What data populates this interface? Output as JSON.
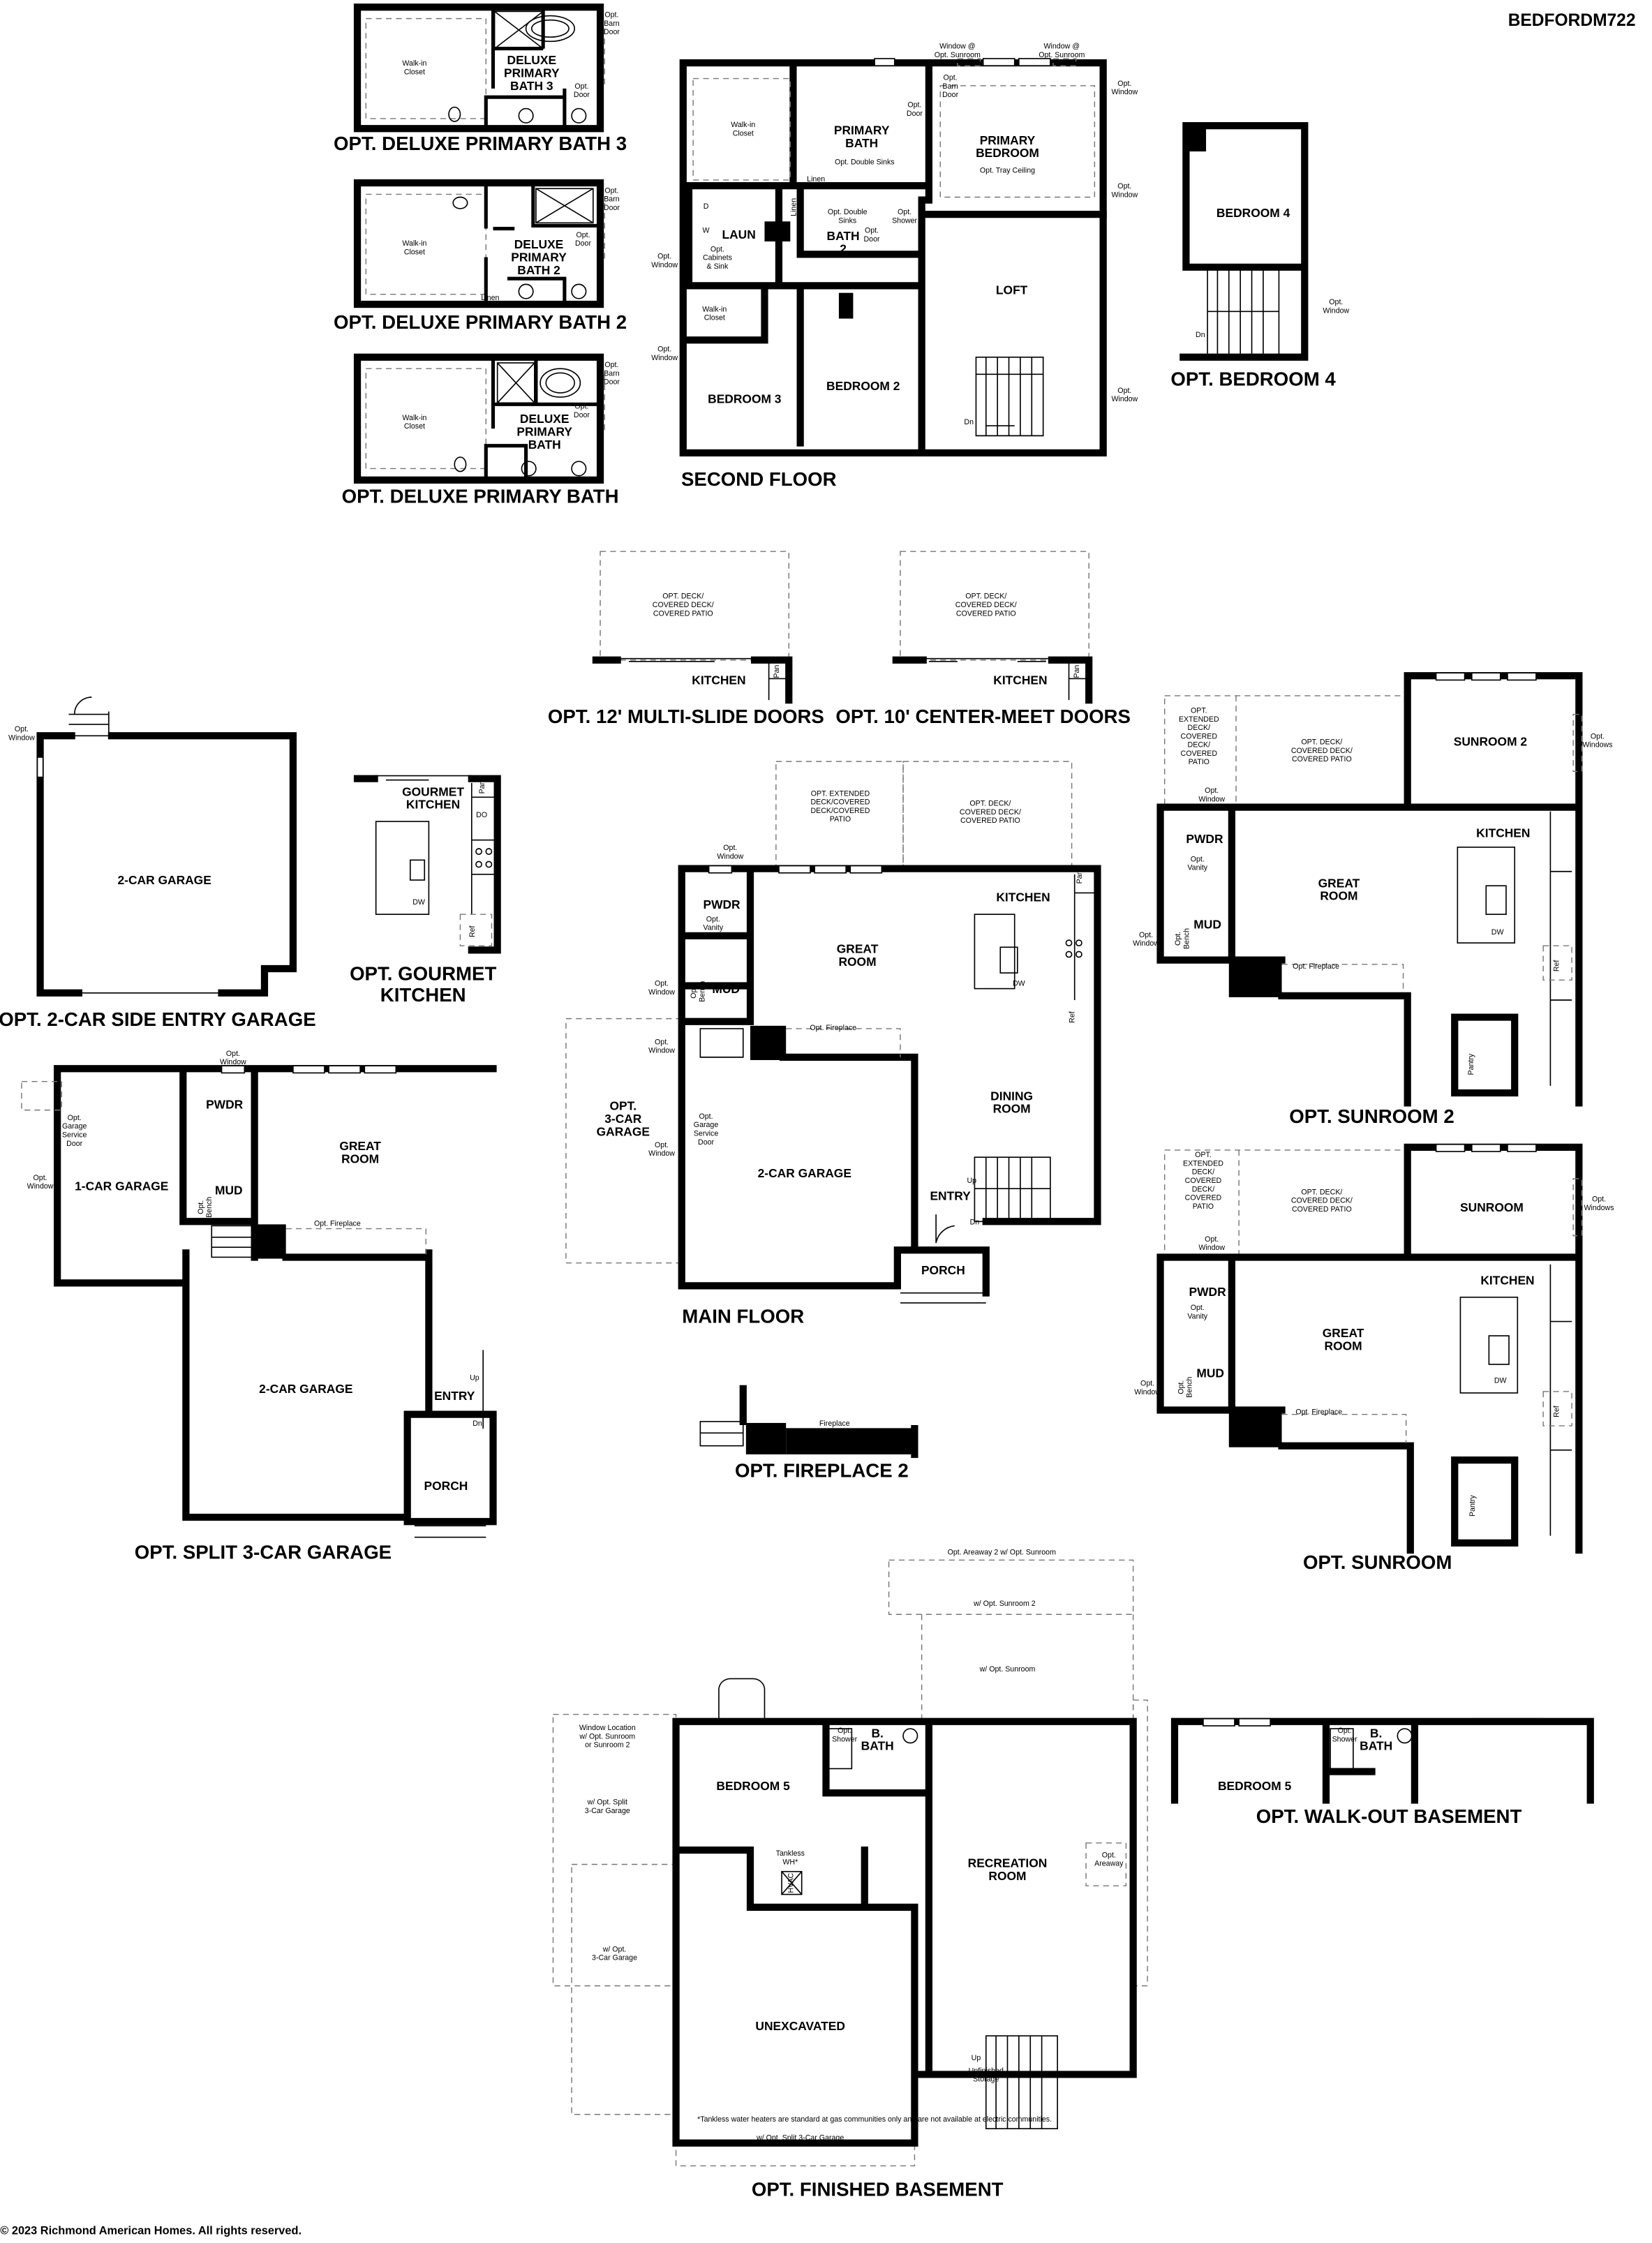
{
  "plan_id": "BEDFORDM722",
  "copyright": "© 2023 Richmond American Homes. All rights reserved.",
  "deluxe_bath_3": {
    "title": "OPT. DELUXE PRIMARY BATH 3",
    "closet": [
      "Walk-in",
      "Closet"
    ],
    "bath": [
      "DELUXE",
      "PRIMARY",
      "BATH 3"
    ],
    "barn_door": [
      "Opt.",
      "Barn",
      "Door"
    ],
    "door": [
      "Opt.",
      "Door"
    ]
  },
  "deluxe_bath_2": {
    "title": "OPT. DELUXE PRIMARY BATH 2",
    "closet": [
      "Walk-in",
      "Closet"
    ],
    "bath": [
      "DELUXE",
      "PRIMARY",
      "BATH 2"
    ],
    "barn_door": [
      "Opt.",
      "Barn",
      "Door"
    ],
    "door": [
      "Opt.",
      "Door"
    ],
    "linen": "Linen"
  },
  "deluxe_bath": {
    "title": "OPT. DELUXE PRIMARY BATH",
    "closet": [
      "Walk-in",
      "Closet"
    ],
    "bath": [
      "DELUXE",
      "PRIMARY",
      "BATH"
    ],
    "barn_door": [
      "Opt.",
      "Barn",
      "Door"
    ],
    "door": [
      "Opt.",
      "Door"
    ]
  },
  "second_floor": {
    "title": "SECOND FLOOR",
    "window_sunroom_1": [
      "Window @",
      "Opt. Sunroom"
    ],
    "window_sunroom_2": [
      "Window @",
      "Opt. Sunroom"
    ],
    "closet": [
      "Walk-in",
      "Closet"
    ],
    "primary_bath": [
      "PRIMARY",
      "BATH"
    ],
    "barn_door": [
      "Opt.",
      "Barn",
      "Door"
    ],
    "opt_door": [
      "Opt.",
      "Door"
    ],
    "double_sinks": "Opt. Double Sinks",
    "linen": "Linen",
    "primary_bedroom": [
      "PRIMARY",
      "BEDROOM"
    ],
    "tray_ceiling": "Opt. Tray Ceiling",
    "opt_window": [
      "Opt.",
      "Window"
    ],
    "laun": "LAUN",
    "dryer": "D",
    "washer": "W",
    "double_sinks_2": [
      "Opt. Double",
      "Sinks"
    ],
    "bath_2": [
      "BATH",
      "2"
    ],
    "opt_shower": [
      "Opt.",
      "Shower"
    ],
    "cabinets": [
      "Opt.",
      "Cabinets",
      "& Sink"
    ],
    "loft": "LOFT",
    "bedroom_3": "BEDROOM 3",
    "bedroom_2": "BEDROOM 2",
    "dn": "Dn"
  },
  "bedroom_4": {
    "title": "OPT. BEDROOM 4",
    "bedroom": "BEDROOM 4",
    "opt_window": [
      "Opt.",
      "Window"
    ],
    "dn": "Dn"
  },
  "multi_slide": {
    "title": "OPT. 12' MULTI-SLIDE DOORS",
    "deck": [
      "OPT. DECK/",
      "COVERED DECK/",
      "COVERED PATIO"
    ],
    "kitchen": "KITCHEN",
    "pan": "Pan"
  },
  "center_meet": {
    "title": "OPT. 10' CENTER-MEET DOORS",
    "deck": [
      "OPT. DECK/",
      "COVERED DECK/",
      "COVERED PATIO"
    ],
    "kitchen": "KITCHEN",
    "pan": "Pan"
  },
  "side_garage": {
    "title": "OPT. 2-CAR SIDE ENTRY GARAGE",
    "garage": "2-CAR GARAGE",
    "opt_window": [
      "Opt.",
      "Window"
    ]
  },
  "gourmet": {
    "title": [
      "OPT. GOURMET",
      "KITCHEN"
    ],
    "kitchen": [
      "GOURMET",
      "KITCHEN"
    ],
    "pan": "Pan",
    "double_oven": "DO",
    "dw": "DW",
    "ref": "Ref"
  },
  "main_floor": {
    "title": "MAIN FLOOR",
    "ext_deck": [
      "OPT. EXTENDED",
      "DECK/COVERED",
      "DECK/COVERED",
      "PATIO"
    ],
    "deck": [
      "OPT. DECK/",
      "COVERED DECK/",
      "COVERED PATIO"
    ],
    "opt_window": [
      "Opt.",
      "Window"
    ],
    "pwdr": "PWDR",
    "vanity": [
      "Opt.",
      "Vanity"
    ],
    "mud": "MUD",
    "bench": [
      "Opt.",
      "Bench"
    ],
    "great_room": [
      "GREAT",
      "ROOM"
    ],
    "kitchen": "KITCHEN",
    "pan": "Pan",
    "dw": "DW",
    "ref": "Ref",
    "fireplace": "Opt. Fireplace",
    "dining": [
      "DINING",
      "ROOM"
    ],
    "garage_3": [
      "OPT.",
      "3-CAR",
      "GARAGE"
    ],
    "service_door": [
      "Opt.",
      "Garage",
      "Service",
      "Door"
    ],
    "garage": "2-CAR GARAGE",
    "entry": "ENTRY",
    "up": "Up",
    "dn": "Dn",
    "porch": "PORCH"
  },
  "split_garage": {
    "title": "OPT. SPLIT 3-CAR GARAGE",
    "opt_window": [
      "Opt.",
      "Window"
    ],
    "service_door": [
      "Opt.",
      "Garage",
      "Service",
      "Door"
    ],
    "one_car": "1-CAR GARAGE",
    "pwdr": "PWDR",
    "mud": "MUD",
    "bench": [
      "Opt.",
      "Bench"
    ],
    "great_room": [
      "GREAT",
      "ROOM"
    ],
    "fireplace": "Opt. Fireplace",
    "two_car": "2-CAR GARAGE",
    "entry": "ENTRY",
    "up": "Up",
    "dn": "Dn",
    "porch": "PORCH"
  },
  "fireplace_2": {
    "title": "OPT. FIREPLACE 2",
    "fireplace": "Fireplace"
  },
  "sunroom_2": {
    "title": "OPT. SUNROOM 2",
    "ext_deck": [
      "OPT.",
      "EXTENDED",
      "DECK/",
      "COVERED",
      "DECK/",
      "COVERED",
      "PATIO"
    ],
    "deck": [
      "OPT. DECK/",
      "COVERED DECK/",
      "COVERED PATIO"
    ],
    "sunroom": "SUNROOM 2",
    "windows": [
      "Opt.",
      "Windows"
    ],
    "opt_window": [
      "Opt.",
      "Window"
    ],
    "pwdr": "PWDR",
    "vanity": [
      "Opt.",
      "Vanity"
    ],
    "mud": "MUD",
    "bench": [
      "Opt.",
      "Bench"
    ],
    "great_room": [
      "GREAT",
      "ROOM"
    ],
    "kitchen": "KITCHEN",
    "dw": "DW",
    "ref": "Ref",
    "fireplace": "Opt. Fireplace",
    "pantry": "Pantry"
  },
  "sunroom": {
    "title": "OPT. SUNROOM",
    "ext_deck": [
      "OPT.",
      "EXTENDED",
      "DECK/",
      "COVERED",
      "DECK/",
      "COVERED",
      "PATIO"
    ],
    "deck": [
      "OPT. DECK/",
      "COVERED DECK/",
      "COVERED PATIO"
    ],
    "sunroom": "SUNROOM",
    "windows": [
      "Opt.",
      "Windows"
    ],
    "opt_window": [
      "Opt.",
      "Window"
    ],
    "pwdr": "PWDR",
    "vanity": [
      "Opt.",
      "Vanity"
    ],
    "mud": "MUD",
    "bench": [
      "Opt.",
      "Bench"
    ],
    "great_room": [
      "GREAT",
      "ROOM"
    ],
    "kitchen": "KITCHEN",
    "dw": "DW",
    "ref": "Ref",
    "fireplace": "Opt. Fireplace",
    "pantry": "Pantry"
  },
  "basement": {
    "title": "OPT. FINISHED BASEMENT",
    "areaway_2": "Opt. Areaway 2 w/ Opt. Sunroom",
    "w_sunroom_2": "w/ Opt. Sunroom 2",
    "w_sunroom": "w/ Opt. Sunroom",
    "window_location": [
      "Window Location",
      "w/ Opt. Sunroom",
      "or Sunroom 2"
    ],
    "w_split": [
      "w/ Opt. Split",
      "3-Car Garage"
    ],
    "w_three": [
      "w/ Opt.",
      "3-Car Garage"
    ],
    "bedroom_5": "BEDROOM 5",
    "shower": [
      "Opt.",
      "Shower"
    ],
    "b_bath": [
      "B.",
      "BATH"
    ],
    "tankless": [
      "Tankless",
      "WH*"
    ],
    "hvac": "HVAC",
    "recreation": [
      "RECREATION",
      "ROOM"
    ],
    "areaway": [
      "Opt.",
      "Areaway"
    ],
    "unexcavated": "UNEXCAVATED",
    "up": "Up",
    "storage": [
      "Unfinished",
      "Storage"
    ],
    "note": "*Tankless water heaters are standard at gas communities only and are not available at electric communities.",
    "w_split_bottom": "w/ Opt. Split 3-Car Garage"
  },
  "walkout": {
    "title": "OPT. WALK-OUT BASEMENT",
    "bedroom_5": "BEDROOM 5",
    "shower": [
      "Opt.",
      "Shower"
    ],
    "b_bath": [
      "B.",
      "BATH"
    ]
  }
}
